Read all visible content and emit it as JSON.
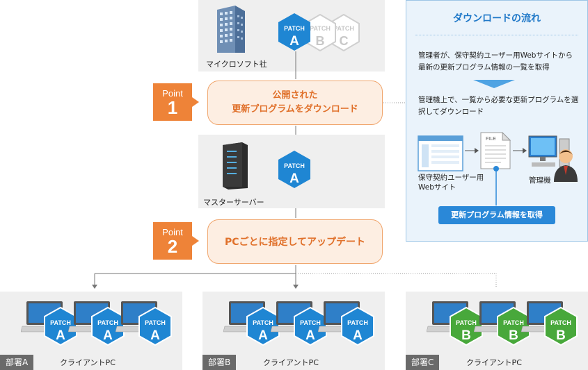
{
  "microsoft": {
    "label": "マイクロソフト社",
    "patches": [
      "A",
      "B",
      "C"
    ],
    "patch_word": "PATCH"
  },
  "point1": {
    "word": "Point",
    "num": "1",
    "line1": "公開された",
    "line2": "更新プログラムをダウンロード"
  },
  "master": {
    "label": "マスターサーバー",
    "patch": "A"
  },
  "point2": {
    "word": "Point",
    "num": "2",
    "text": "PCごとに指定してアップデート"
  },
  "flow": {
    "title": "ダウンロードの流れ",
    "step1": "管理者が、保守契約ユーザー用Webサイトから最新の更新プログラム情報の一覧を取得",
    "step2": "管理機上で、一覧から必要な更新プログラムを選択してダウンロード",
    "site_label": "保守契約ユーザー用Webサイト",
    "file_label": "FILE",
    "admin_label": "管理機",
    "button": "更新プログラム情報を取得"
  },
  "departments": [
    {
      "tag": "部署A",
      "label": "クライアントPC",
      "patch": "A"
    },
    {
      "tag": "部署B",
      "label": "クライアントPC",
      "patch": "A"
    },
    {
      "tag": "部署C",
      "label": "クライアントPC",
      "patch": "B"
    }
  ],
  "colors": {
    "blue": "#1f86d3",
    "green": "#48a83b",
    "orange": "#ee8338",
    "gray": "#efefef"
  }
}
